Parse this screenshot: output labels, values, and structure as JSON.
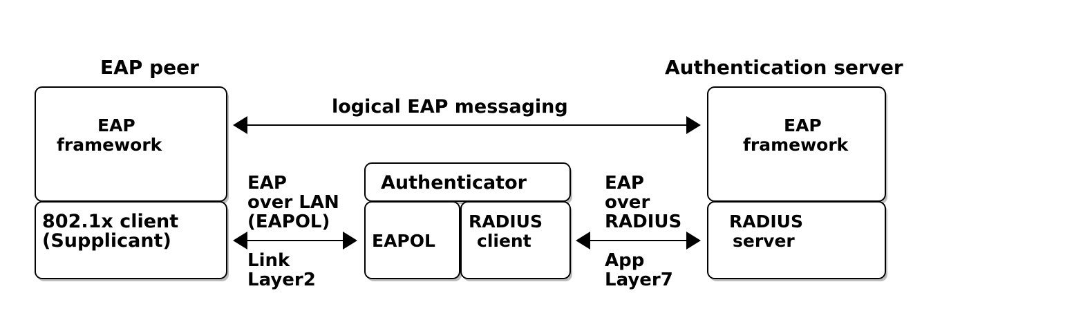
{
  "titles": {
    "eap_peer": "EAP peer",
    "auth_server": "Authentication server"
  },
  "peer": {
    "framework_line1": "EAP",
    "framework_line2": "framework",
    "client_line1": "802.1x client",
    "client_line2": "(Supplicant)"
  },
  "server": {
    "framework_line1": "EAP",
    "framework_line2": "framework",
    "radius_line1": "RADIUS",
    "radius_line2": "server"
  },
  "authenticator": {
    "title": "Authenticator",
    "eapol": "EAPOL",
    "radius_line1": "RADIUS",
    "radius_line2": "client"
  },
  "links": {
    "logical": "logical EAP messaging",
    "eapol_line1": "EAP",
    "eapol_line2": "over LAN",
    "eapol_line3": "(EAPOL)",
    "layer2_line1": "Link",
    "layer2_line2": "Layer2",
    "radius_line1": "EAP",
    "radius_line2": "over",
    "radius_line3": "RADIUS",
    "layer7_line1": "App",
    "layer7_line2": "Layer7"
  }
}
